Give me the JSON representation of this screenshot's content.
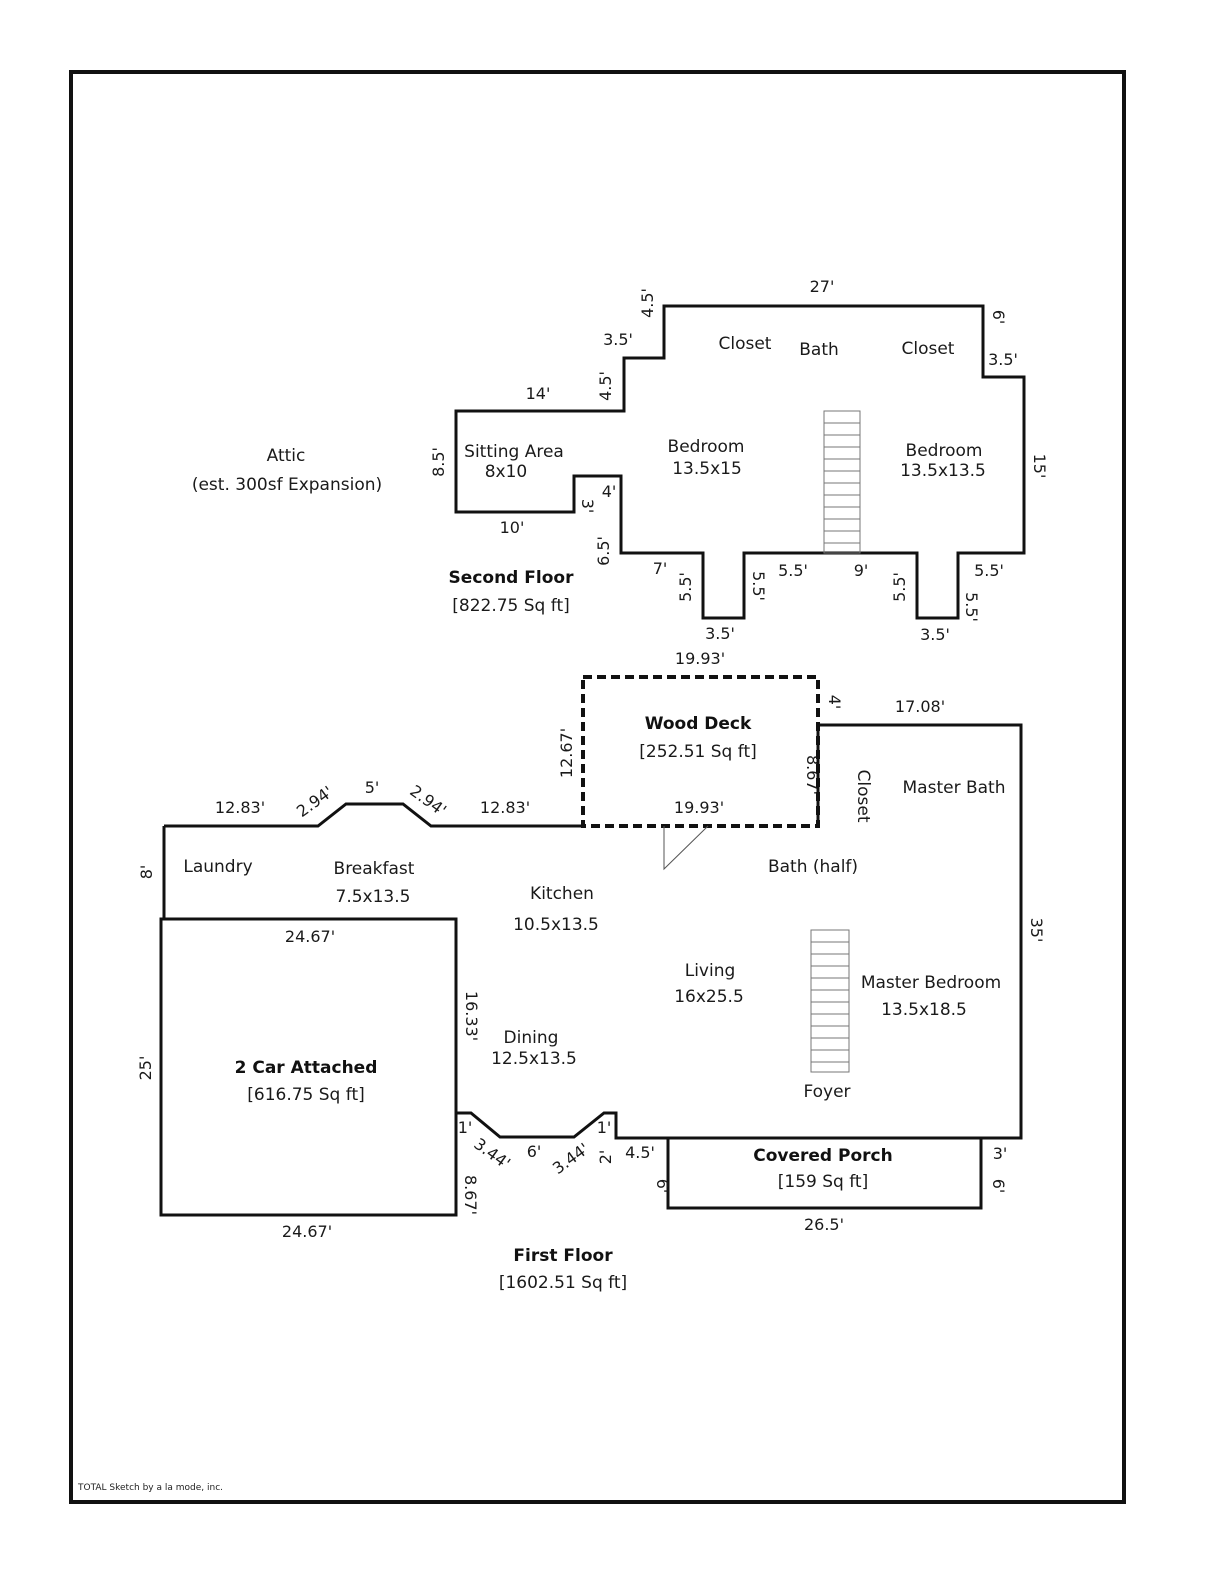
{
  "footer": "TOTAL Sketch by a la mode, inc.",
  "attic": {
    "line1": "Attic",
    "line2": "(est. 300sf Expansion)"
  },
  "second_floor": {
    "title": "Second Floor",
    "area": "[822.75 Sq ft]",
    "rooms": {
      "closet_left": "Closet",
      "bath": "Bath",
      "closet_right": "Closet",
      "sitting_name": "Sitting Area",
      "sitting_size": "8x10",
      "bedroom1_name": "Bedroom",
      "bedroom1_size": "13.5x15",
      "bedroom2_name": "Bedroom",
      "bedroom2_size": "13.5x13.5"
    },
    "dims": {
      "top": "27'",
      "right_a": "6'",
      "right_b": "3.5'",
      "right_c": "15'",
      "left_a": "4.5'",
      "left_b": "3.5'",
      "left_c": "4.5'",
      "left_d": "14'",
      "left_e": "8.5'",
      "bottom_a": "10'",
      "bottom_b": "3'",
      "bottom_c": "4'",
      "bottom_d": "6.5'",
      "bottom_e": "7'",
      "bottom_f": "5.5'",
      "bottom_g": "3.5'",
      "bottom_h": "5.5'",
      "bottom_i": "5.5'",
      "bottom_j": "9'",
      "bottom_k": "5.5'",
      "bottom_l": "3.5'",
      "bottom_m": "5.5'",
      "bottom_n": "5.5'"
    }
  },
  "wood_deck": {
    "title": "Wood Deck",
    "area": "[252.51 Sq ft]",
    "dims": {
      "top": "19.93'",
      "left": "12.67'",
      "right_a": "4'",
      "right_b": "8.67'",
      "bottom": "19.93'"
    }
  },
  "first_floor": {
    "title": "First Floor",
    "area": "[1602.51 Sq ft]",
    "rooms": {
      "laundry": "Laundry",
      "breakfast_name": "Breakfast",
      "breakfast_size": "7.5x13.5",
      "kitchen_name": "Kitchen",
      "kitchen_size": "10.5x13.5",
      "closet": "Closet",
      "master_bath": "Master Bath",
      "bath_half": "Bath (half)",
      "living_name": "Living",
      "living_size": "16x25.5",
      "master_bedroom_name": "Master Bedroom",
      "master_bedroom_size": "13.5x18.5",
      "dining_name": "Dining",
      "dining_size": "12.5x13.5",
      "foyer": "Foyer"
    },
    "dims": {
      "top_a": "12.83'",
      "top_b": "2.94'",
      "top_c": "5'",
      "top_d": "2.94'",
      "top_e": "12.83'",
      "top_f": "17.08'",
      "left_a": "8'",
      "right_a": "35'",
      "inner_a": "16.33'",
      "bay_a": "1'",
      "bay_b": "3.44'",
      "bay_c": "6'",
      "bay_d": "3.44'",
      "bay_e": "1'",
      "bay_f": "2'",
      "porch_a": "4.5'"
    }
  },
  "garage": {
    "title": "2 Car Attached",
    "area": "[616.75 Sq ft]",
    "dims": {
      "top": "24.67'",
      "left": "25'",
      "right": "8.67'",
      "bottom": "24.67'"
    }
  },
  "covered_porch": {
    "title": "Covered Porch",
    "area": "[159 Sq ft]",
    "dims": {
      "left": "6'",
      "right_a": "3'",
      "right_b": "6'",
      "bottom": "26.5'"
    }
  }
}
